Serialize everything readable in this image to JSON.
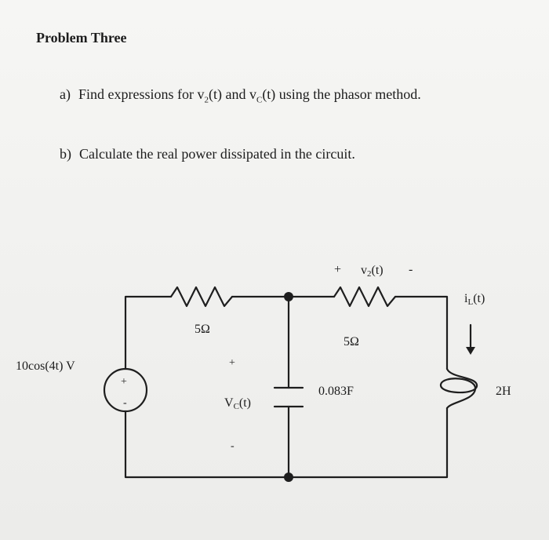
{
  "problem": {
    "title": "Problem Three",
    "part_a": {
      "label": "a)",
      "pre": "Find expressions for v",
      "sub1": "2",
      "mid": "(t) and v",
      "sub2": "C",
      "post": "(t) using the phasor method."
    },
    "part_b": {
      "label": "b)",
      "text": "Calculate the real power dissipated in the circuit."
    }
  },
  "circuit": {
    "source_label": "10cos(4t) V",
    "source_plus": "+",
    "source_minus": "-",
    "r1_label": "5Ω",
    "r2_label": "5Ω",
    "cap_label": "0.083F",
    "ind_label": "2H",
    "v2_plus": "+",
    "v2_label": "v",
    "v2_sub": "2",
    "v2_suffix": "(t)",
    "v2_minus": "-",
    "vc_plus": "+",
    "vc_label": "V",
    "vc_sub": "C",
    "vc_suffix": "(t)",
    "vc_minus": "-",
    "il_label": "i",
    "il_sub": "L",
    "il_suffix": "(t)"
  }
}
